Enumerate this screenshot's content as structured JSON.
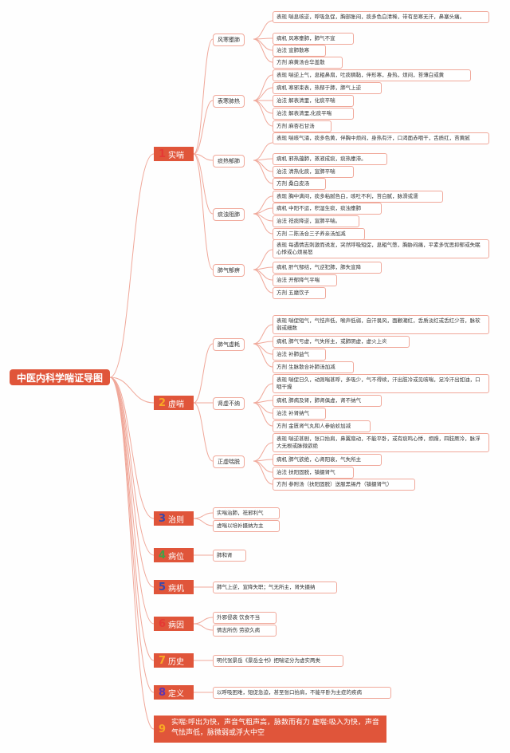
{
  "title": "中医内科学喘证导图",
  "categories": [
    {
      "num": "1",
      "label": "实喘",
      "numColor": "#e53935"
    },
    {
      "num": "2",
      "label": "虚喘",
      "numColor": "#f9a825"
    },
    {
      "num": "3",
      "label": "治则",
      "numColor": "#3949ab"
    },
    {
      "num": "4",
      "label": "病位",
      "numColor": "#43a047"
    },
    {
      "num": "5",
      "label": "病机",
      "numColor": "#3949ab"
    },
    {
      "num": "6",
      "label": "病因",
      "numColor": "#e53935"
    },
    {
      "num": "7",
      "label": "历史",
      "numColor": "#f9a825"
    },
    {
      "num": "8",
      "label": "定义",
      "numColor": "#5e35b1"
    }
  ],
  "shichuan": [
    {
      "name": "风寒壅肺",
      "items": [
        "表现 喘息咳逆，呼吸急促，胸部胀闷，痰多色白清稀，带有恶寒无汗，鼻塞头痛。",
        "病机 风寒壅肺，肺气不宣",
        "治法 宣肺散寒",
        "方剂 麻黄汤合华盖散"
      ]
    },
    {
      "name": "表寒肺热",
      "items": [
        "表现 喘逆上气，息粗鼻扇，吐痰稠黏，伴形寒，身热，烦闷，苔薄白或黄",
        "病机 寒邪束表，热郁于肺，肺气上逆",
        "治法 解表清里，化痰平喘",
        "治法 解表清里,化痰平喘",
        "方剂 麻杏石甘汤"
      ]
    },
    {
      "name": "痰热郁肺",
      "items": [
        "表现 喘咳气涌，痰多色黄，伴胸中烦闷，身热有汗，口渴面赤咽干，舌质红，苔黄腻",
        "病机 邪热蕴肺，蒸液成痰，痰热壅滞。",
        "治法 清热化痰，宣肺平喘",
        "方剂 桑白皮汤"
      ]
    },
    {
      "name": "痰浊阻肺",
      "items": [
        "表现 胸中满闷，痰多粘腻色白，咳吐不利，苔白腻，脉滑或濡",
        "病机 中阳不运，积湿生痰，痰浊壅肺",
        "治法 祛痰降逆，宣肺平喘。",
        "方剂 二陈汤合三子养亲汤加减"
      ]
    },
    {
      "name": "肺气郁痹",
      "items": [
        "表现 每遇情志刺激而诱发，突然呼吸短促，息粗气憋，胸胁闷痛，平素多忧思抑郁或失眠心悸或心烦易怒",
        "病机 肝气郁结，气逆犯肺，肺失宣降",
        "治法 开郁降气平喘",
        "方剂 五磨饮子"
      ]
    }
  ],
  "xuchuan": [
    {
      "name": "肺气虚耗",
      "items": [
        "表现 喘促短气，气怯声低，喉声低弱，自汗畏风，面颧潮红，舌质淡红或舌红少苔，脉软弱或细数",
        "病机 肺气亏虚，气失所主，或肺阴虚，虚火上炎",
        "治法 补肺益气",
        "方剂 生脉散合补肺汤加减"
      ]
    },
    {
      "name": "肾虚不纳",
      "items": [
        "表现 喘促日久，动则喘甚呼，多吸少，气不得续，汗出肢冷或见咳喘，足冷汗出如油，口咽干燥",
        "病机 肺病及肾，肺肾俱虚，肾不纳气",
        "治法 补肾纳气",
        "方剂 金匮肾气丸和人参蛤蚧加减"
      ]
    },
    {
      "name": "正虚喘脱",
      "items": [
        "表现 喘逆甚剧，张口抬肩，鼻翼扇动，不能平卧，或有痰鸣心悸，烦躁，四肢厥冷，脉浮大无根或脉微欲绝",
        "病机 肺气欲绝，心肾阳衰，气失所主",
        "治法 扶阳固脱，镇摄肾气",
        "方剂 参附汤（扶阳固脱）送服黑锡丹（镇摄肾气）"
      ]
    }
  ],
  "zhize": [
    "实喘治肺，祛邪利气",
    "虚喘以培补摄纳为主"
  ],
  "bingwei": "肺和肾",
  "bingji": "肺气上逆，宣降失职；气无所主，肾失摄纳",
  "bingyin": [
    "外邪侵袭 饮食不当",
    "情志所伤 劳欲久病"
  ],
  "lishi": "明代张景岳《景岳全书》把喘证分为虚实两类",
  "dingyi": "以呼吸困难，短促急迫，甚至张口抬肩，不能平卧为主症的疾病",
  "note": {
    "num": "9",
    "text": "实喘:呼出为快，声音气粗声高，脉数而有力 虚喘:吸入为快，声音气怯声低，脉微弱或浮大中空"
  },
  "colors": {
    "accent": "#e0553a",
    "line": "#f0a89a"
  }
}
